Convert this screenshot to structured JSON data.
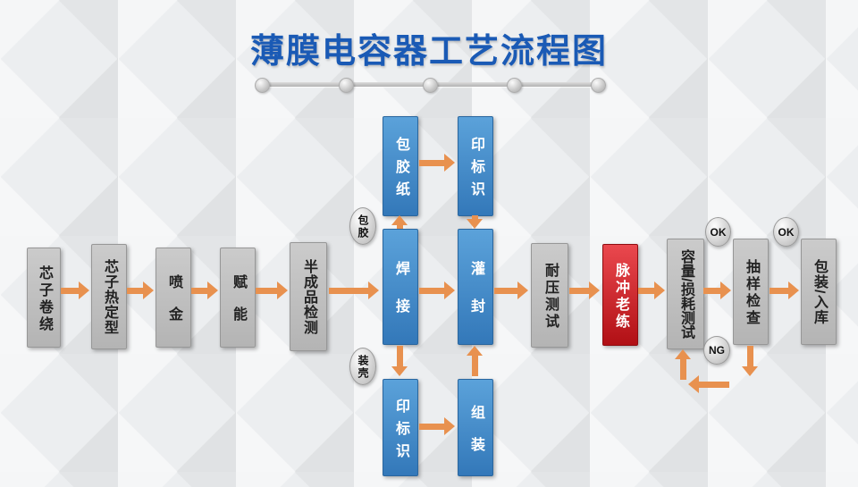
{
  "title": "薄膜电容器工艺流程图",
  "main_flow": [
    {
      "id": "core-winding",
      "label": "芯子卷绕",
      "type": "gray"
    },
    {
      "id": "core-heat-setting",
      "label": "芯子热定型",
      "type": "gray"
    },
    {
      "id": "metal-spraying",
      "label": "喷金",
      "type": "gray"
    },
    {
      "id": "energizing",
      "label": "赋能",
      "type": "gray"
    },
    {
      "id": "semi-product-inspection",
      "label": "半成品检测",
      "type": "gray"
    },
    {
      "id": "welding",
      "label": "焊接",
      "type": "blue"
    },
    {
      "id": "potting",
      "label": "灌封",
      "type": "blue"
    },
    {
      "id": "voltage-test",
      "label": "耐压测试",
      "type": "gray"
    },
    {
      "id": "pulse-aging",
      "label": "脉冲老练",
      "type": "red"
    },
    {
      "id": "capacity-loss-test",
      "label": "容量/损耗测试",
      "type": "gray"
    },
    {
      "id": "sampling-inspection",
      "label": "抽样检查",
      "type": "gray"
    },
    {
      "id": "packing-storage",
      "label": "包装/入库",
      "type": "gray"
    }
  ],
  "top_branch": {
    "tag": "包胶",
    "boxes": [
      {
        "id": "taping-paper",
        "label": "包胶纸"
      },
      {
        "id": "marking-top",
        "label": "印标识"
      }
    ]
  },
  "bottom_branch": {
    "tag": "装壳",
    "boxes": [
      {
        "id": "marking-bottom",
        "label": "印标识"
      },
      {
        "id": "assembly",
        "label": "组装"
      }
    ]
  },
  "badges": {
    "ok_after_capacity_test": "OK",
    "ok_after_sampling": "OK",
    "ng": "NG"
  },
  "colors": {
    "title_blue": "#1a5ab5",
    "process_gray": "#bfbfbf",
    "process_blue": "#4189c7",
    "highlight_red": "#cf2127",
    "arrow_orange": "#e8914f"
  }
}
